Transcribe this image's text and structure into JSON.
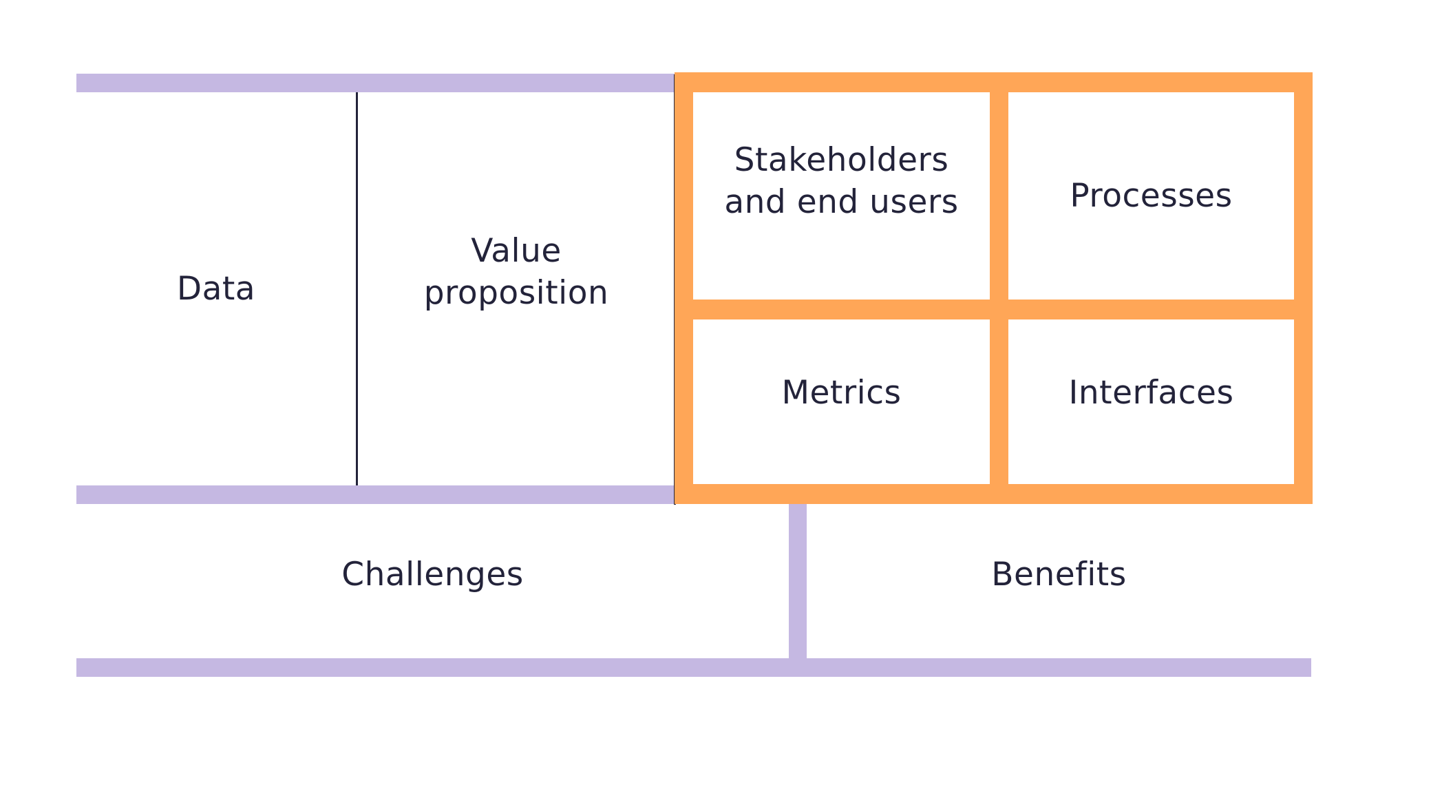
{
  "colors": {
    "lavender": "#c5b8e2",
    "orange": "#ffa657",
    "text": "#23233a",
    "background": "#ffffff"
  },
  "cells": {
    "data": "Data",
    "value_proposition": "Value proposition",
    "stakeholders": "Stakeholders and end users",
    "processes": "Processes",
    "metrics": "Metrics",
    "interfaces": "Interfaces",
    "challenges": "Challenges",
    "benefits": "Benefits"
  }
}
